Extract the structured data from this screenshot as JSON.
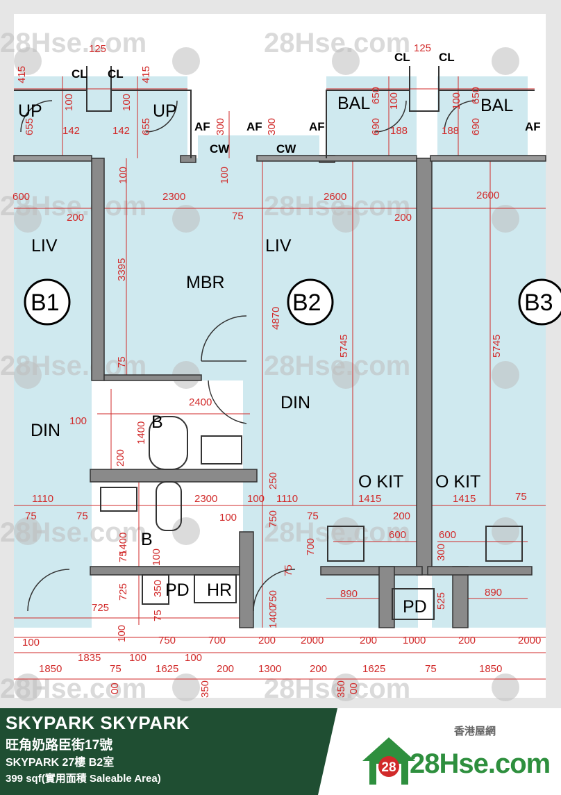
{
  "plan": {
    "units": [
      "B1",
      "B2",
      "B3"
    ],
    "rooms": {
      "liv": "LIV",
      "mbr": "MBR",
      "din": "DIN",
      "kit": "O KIT",
      "bath": "B",
      "bal": "BAL",
      "up": "UP",
      "cl": "CL",
      "af": "AF",
      "cw": "CW",
      "pd": "PD",
      "hr": "HR"
    },
    "dimensions": {
      "d125": "125",
      "d415": "415",
      "d655": "655",
      "d142": "142",
      "d100": "100",
      "d300": "300",
      "d650": "650",
      "d690": "690",
      "d188": "188",
      "d600": "600",
      "d200": "200",
      "d2300": "2300",
      "d2600": "2600",
      "d75": "75",
      "d3395": "3395",
      "d4870": "4870",
      "d5745": "5745",
      "d2400": "2400",
      "d1400": "1400",
      "d250": "250",
      "d1110": "1110",
      "d1415": "1415",
      "d700": "700",
      "d890": "890",
      "d525": "525",
      "d725": "725",
      "d350": "350",
      "d750": "750",
      "d2000": "2000",
      "d1000": "1000",
      "d1850": "1850",
      "d1835": "1835",
      "d1625": "1625",
      "d1300": "1300",
      "d00": "00"
    },
    "watermark": "28Hse.com",
    "watermark_badge": "28"
  },
  "footer": {
    "title": "SKYPARK SKYPARK",
    "address": "旺角奶路臣街17號",
    "unit": "SKYPARK 27樓 B2室",
    "area": "399 sqf(實用面積 Saleable Area)",
    "brand_cn": "香港屋網",
    "brand": "28Hse.com",
    "brand_badge": "28"
  },
  "colors": {
    "room_fill": "#cfe9ef",
    "wall": "#8a8a8a",
    "dimension": "#d12a2a",
    "footer_bg": "#1f4e32",
    "brand_green": "#2e8f3e"
  }
}
